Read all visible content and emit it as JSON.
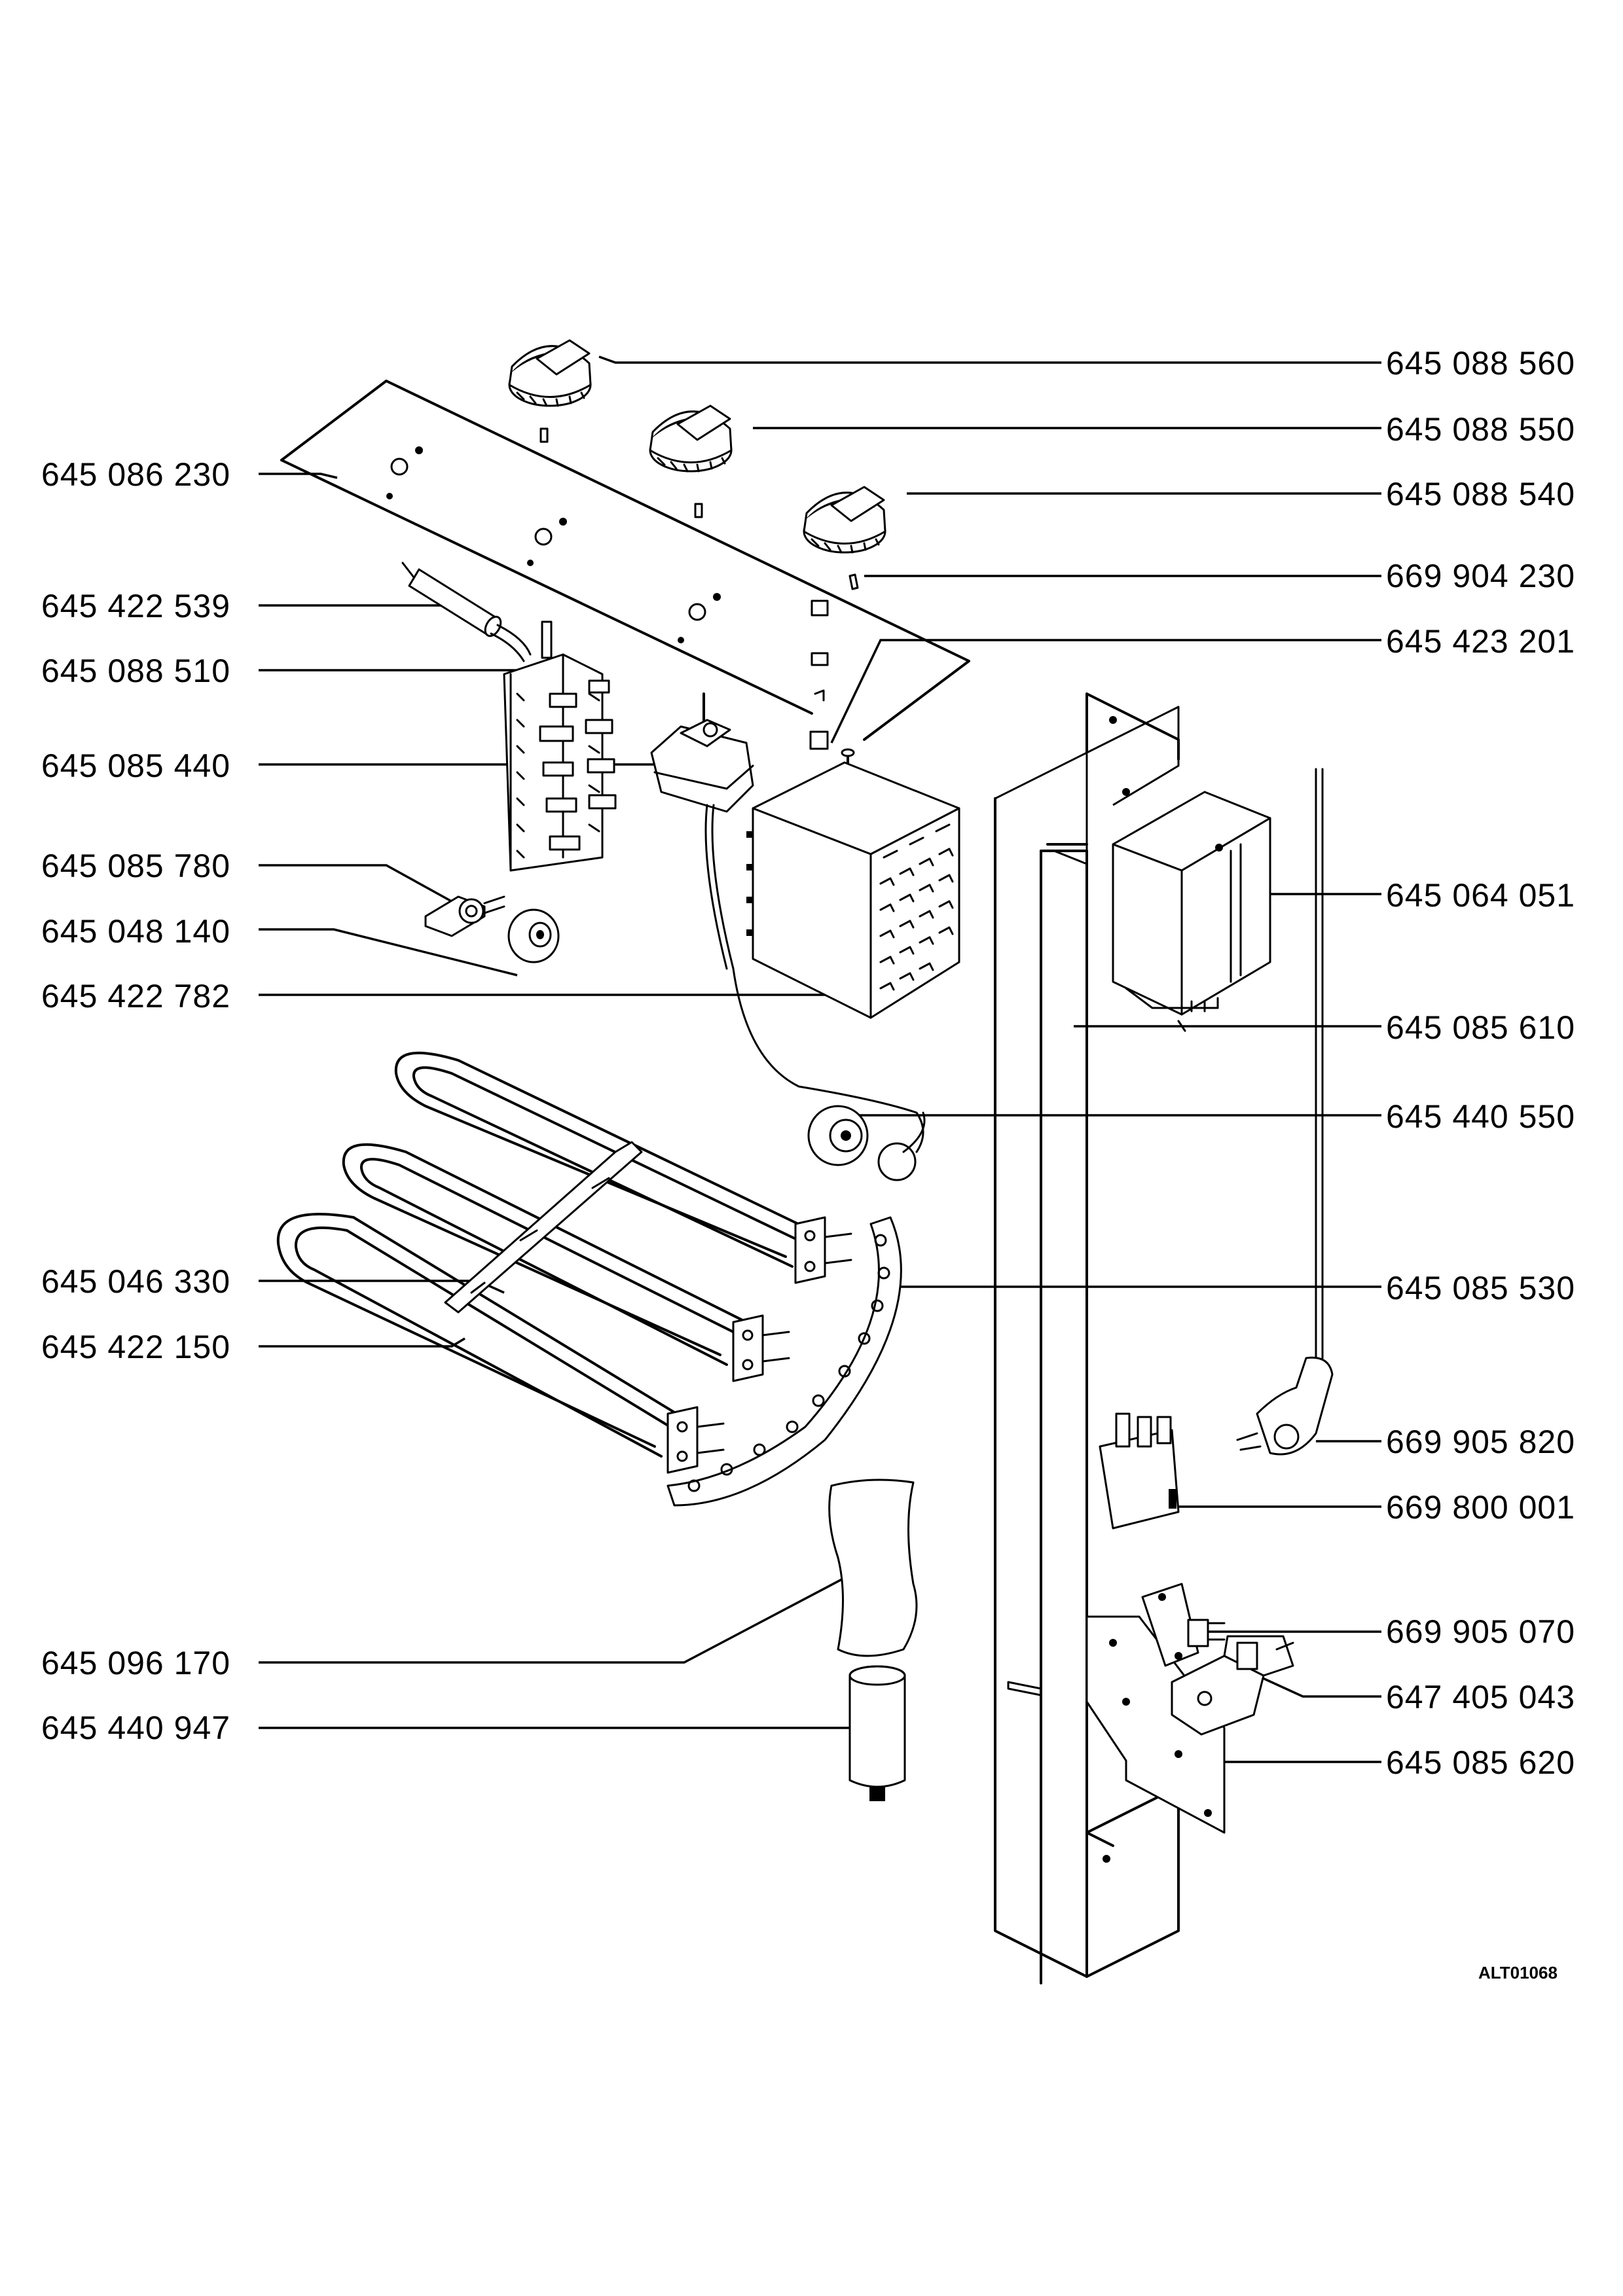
{
  "labels_left": [
    {
      "id": "l1",
      "text": "645 086 230"
    },
    {
      "id": "l2",
      "text": "645 422 539"
    },
    {
      "id": "l3",
      "text": "645 088 510"
    },
    {
      "id": "l4",
      "text": "645 085 440"
    },
    {
      "id": "l5",
      "text": "645 085 780"
    },
    {
      "id": "l6",
      "text": "645 048 140"
    },
    {
      "id": "l7",
      "text": "645 422 782"
    },
    {
      "id": "l8",
      "text": "645 046 330"
    },
    {
      "id": "l9",
      "text": "645 422 150"
    },
    {
      "id": "l10",
      "text": "645 096 170"
    },
    {
      "id": "l11",
      "text": "645 440 947"
    }
  ],
  "labels_right": [
    {
      "id": "r1",
      "text": "645 088 560"
    },
    {
      "id": "r2",
      "text": "645 088 550"
    },
    {
      "id": "r3",
      "text": "645 088 540"
    },
    {
      "id": "r4",
      "text": "669 904 230"
    },
    {
      "id": "r5",
      "text": "645 423 201"
    },
    {
      "id": "r6",
      "text": "645 064 051"
    },
    {
      "id": "r7",
      "text": "645 085 610"
    },
    {
      "id": "r8",
      "text": "645 440 550"
    },
    {
      "id": "r9",
      "text": "645 085 530"
    },
    {
      "id": "r10",
      "text": "669 905 820"
    },
    {
      "id": "r11",
      "text": "669 800 001"
    },
    {
      "id": "r12",
      "text": "669 905 070"
    },
    {
      "id": "r13",
      "text": "647 405 043"
    },
    {
      "id": "r14",
      "text": "645 085 620"
    }
  ],
  "drawing_code": "ALT01068"
}
